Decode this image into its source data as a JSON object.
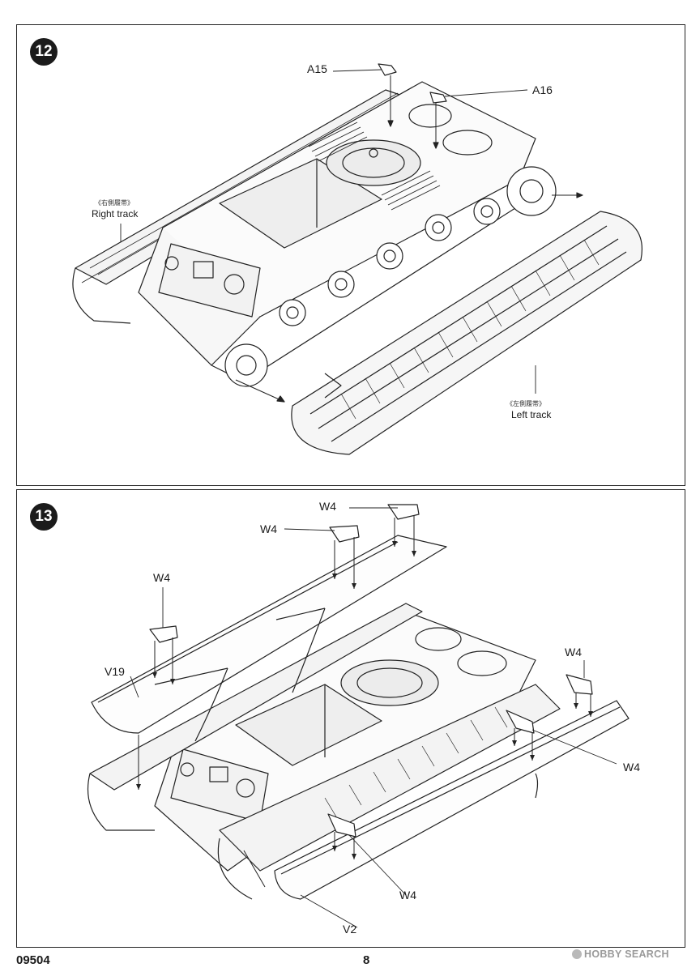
{
  "steps": [
    {
      "number": "12",
      "labels": {
        "a15": "A15",
        "a16": "A16",
        "right_track_cn": "《右側履帯》",
        "right_track": "Right track",
        "left_track_cn": "《左側履帯》",
        "left_track": "Left track"
      }
    },
    {
      "number": "13",
      "labels": {
        "w4_top_right": "W4",
        "w4_top_left": "W4",
        "w4_left": "W4",
        "v19": "V19",
        "w4_right_upper": "W4",
        "w4_right_lower": "W4",
        "w4_bottom": "W4",
        "v2": "V2"
      }
    }
  ],
  "footer": {
    "kit_number": "09504",
    "page_number": "8"
  },
  "watermark": {
    "text": "HOBBY SEARCH",
    "icon": "hobby-search-logo-icon"
  }
}
